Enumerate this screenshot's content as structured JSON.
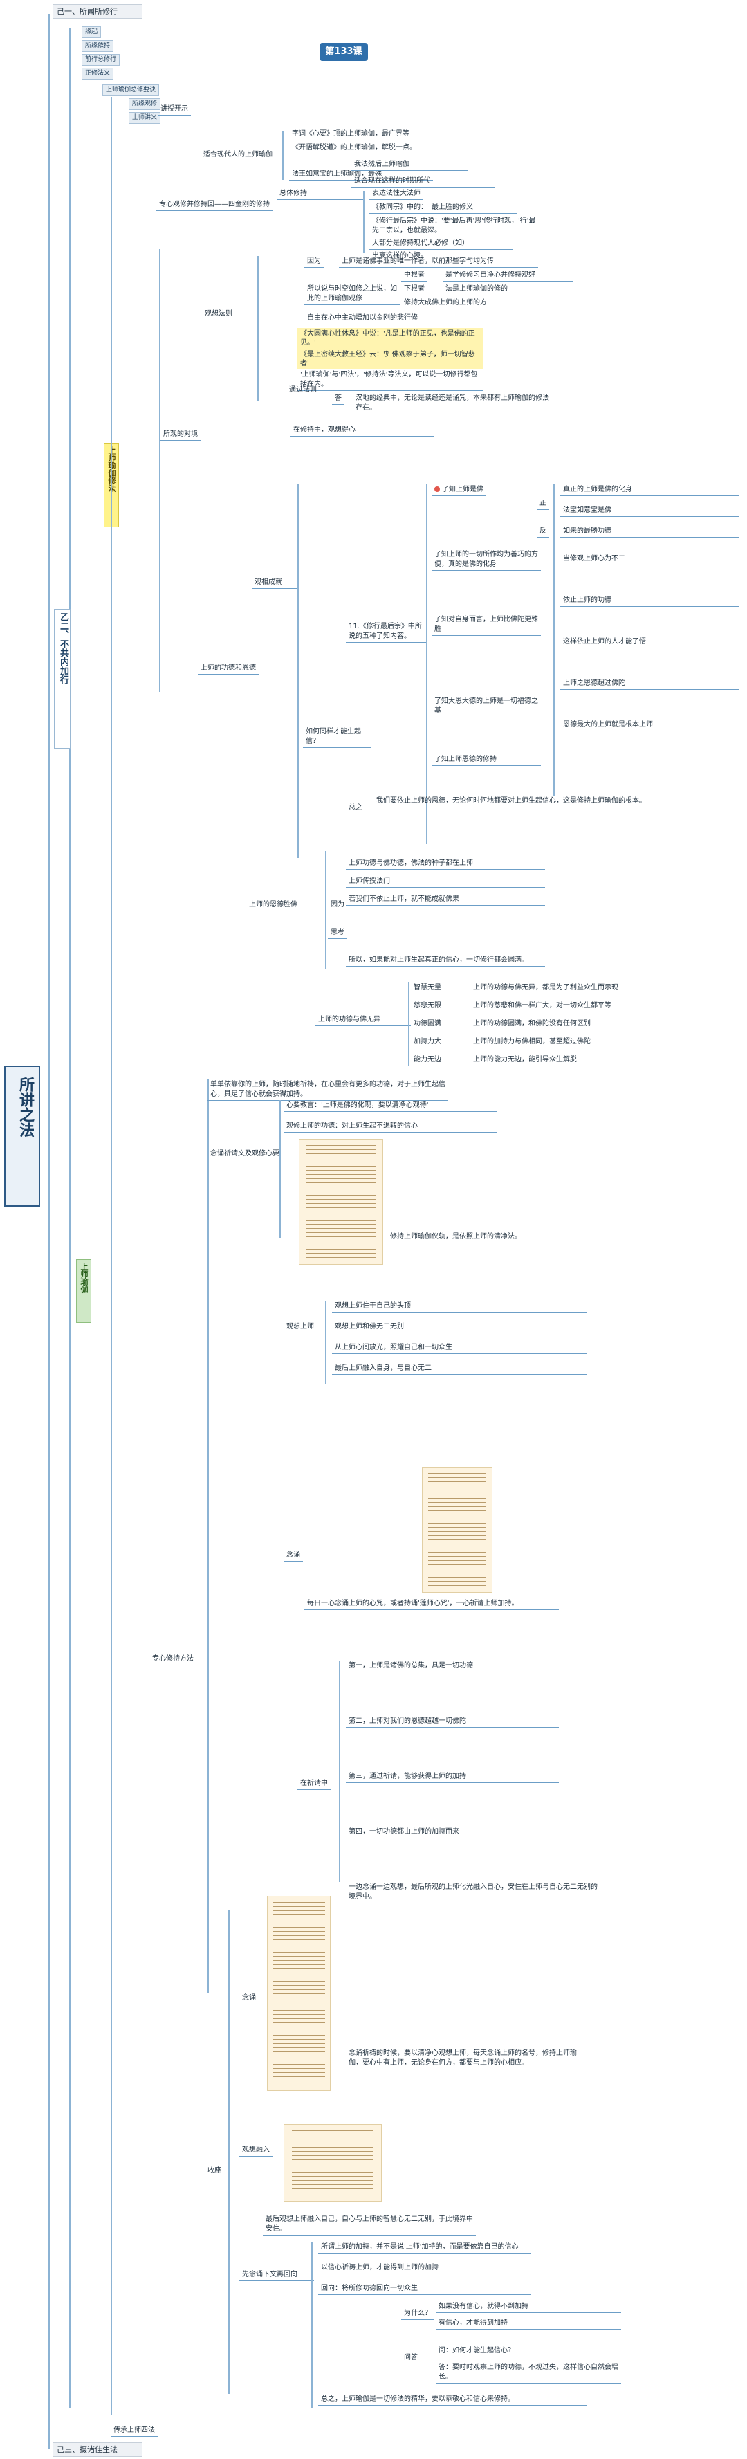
{
  "header_crumbs": [
    "己一、所闻所修行",
    "己三、摄诸佳生法"
  ],
  "title_badge": "第133课",
  "root": {
    "label": "所讲之法",
    "sub": "乙二、不共内加行",
    "part": "上师瑜伽",
    "part2": "上师瑜伽修法"
  },
  "top_items": [
    "缘起",
    "所缘依持",
    "前行总修行",
    "正修法义",
    "上师瑜伽总修要诀",
    "所缘观修",
    "上师讲义"
  ],
  "section_a": {
    "heading": "乙二、不共内加行",
    "col1": "讲授开示",
    "col2": "适合现代人的上师瑜伽",
    "leaves": [
      "字词《心要》顶的上师瑜伽，最广界等",
      "《开悟解脱道》的上师瑜伽，解脱一点。",
      "法王如意宝的上师瑜伽，最殊",
      "我法然后上师瑜伽",
      "适合现在这样的时期所代"
    ]
  },
  "section_b": {
    "heading": "专心观修并修持回——四金刚的修持",
    "sub1": "总体修持",
    "leaves": [
      "表达法性大法师",
      "《教同宗》中的：",
      "最上胜的修义",
      "《修行最后宗》中说：'要'最后再'思'修行时观，'行'最先二宗以，也就最深。",
      "大部分是修持现代人必修（如）",
      "出离这样的心境。"
    ]
  },
  "mid_nodes": {
    "reasons": "观想法则",
    "because": "因为",
    "because_text": "上师是诸佛事业的唯一作者，以前那些字句均为传",
    "lines": [
      "所以说与时空如修之上说，如此的上师瑜伽观修",
      "中根者",
      "下根者",
      "是学修修习自净心并修持观好",
      "法是上师瑜伽的修的",
      "修持大成佛上师的上师的方",
      "自由在心中",
      "主动增加以金刚的悲行修"
    ],
    "quote1": "《大圆满心性休息》中说：'凡是上师的正见，也是佛的正见。'",
    "quote2": "《最上密续大教王经》云：'如佛观察于弟子，师一切智悲者'",
    "note": "'上师瑜伽'与'四法'，'修持法'等法义，可以说一切修行都包括在内。",
    "tip": "通过法则",
    "ans": "答",
    "ans_text": "汉地的经典中，无论是读经还是诵咒，本来都有上师瑜伽的修法存在。"
  },
  "practice": {
    "title": "在修持中，观想得心",
    "main": "上师的功德和恩德",
    "left": "所观的对境",
    "mid": "观相成就",
    "how": "如何同样才能生起信？",
    "gong": "11.《修行最后宗》中所说的五种了知内容。",
    "items": [
      "了知上师是佛",
      "了知上师的一切所作均为善巧的方便，真的是佛的化身",
      "了知对自身而言，上师比佛陀更殊胜",
      "了知大恩大德的上师是一切福德之基",
      "了知上师恩德的修持"
    ],
    "leaf_texts": [
      "真正的上师是佛的化身",
      "法宝如意宝是佛",
      "如来的最勝功德",
      "当修观上师心为不二",
      "依止上师的功德",
      "这样依止上师的人才能了悟",
      "上师之恩德超过佛陀",
      "恩德最大的上师就是根本上师"
    ],
    "summary": "我们要依止上师的恩德，无论何时何地都要对上师生起信心，这是修持上师瑜伽的根本。",
    "zheng": "正",
    "fan": "反",
    "shu": "总之"
  },
  "faith": {
    "title": "上师的恩德胜佛",
    "q": "因为",
    "points": [
      "上师功德与佛功德，佛法的种子都在上师",
      "上师传授法门",
      "若我们不依止上师，就不能成就佛果"
    ],
    "think": "思考",
    "concl": "所以，如果能对上师生起真正的信心，一切修行都会圆满。",
    "chart_head": "上师的功德与佛无异",
    "rows": [
      [
        "智慧无量",
        "上师的功德与佛无异，都是为了利益众生而示现"
      ],
      [
        "慈悲无限",
        "上师的慈悲和佛一样广大，对一切众生都平等"
      ],
      [
        "功德圆满",
        "上师的功德圆满，和佛陀没有任何区别"
      ],
      [
        "加持力大",
        "上师的加持力与佛相同，甚至超过佛陀"
      ],
      [
        "能力无边",
        "上师的能力无边，能引导众生解脱"
      ]
    ]
  },
  "method": {
    "title": "专心修持方法",
    "intro": "单单依靠你的上师，随时随地祈祷，在心里会有更多的功德，对于上师生起信心，具足了信心就会获得加持。",
    "branch1": "念诵祈请文及观修心要",
    "branch1_items": [
      "心要教言：'上师是佛的化现，要以清净心观待'",
      "观修上师的功德：对上师生起不退转的信心"
    ],
    "read": "修持上师瑜伽仪轨，是依照上师的清净法。",
    "visualize": "观想上师",
    "vis_items": [
      "观想上师住于自己的头顶",
      "观想上师和佛无二无别",
      "从上师心间放光，照耀自己和一切众生",
      "最后上师融入自身，与自心无二"
    ],
    "recite": "念诵",
    "recite_text": "每日一心念诵上师的心咒，或者持诵'莲师心咒'，一心祈请上师加持。",
    "pray": "在祈请中",
    "pray_items": [
      "第一，上师是诸佛的总集，具足一切功德",
      "第二，上师对我们的恩德超越一切佛陀",
      "第三，通过祈请，能够获得上师的加持",
      "第四，一切功德都由上师的加持而来"
    ],
    "closing": "一边念诵一边观想，最后所观的上师化光融入自心，安住在上师与自心无二无别的境界中。"
  },
  "final": {
    "title": "收座",
    "recite": "念诵",
    "recite_body": "念诵祈祷的时候，要以清净心观想上师，每天念诵上师的名号，修持上师瑜伽，要心中有上师，无论身在何方，都要与上师的心相应。",
    "merge": "观想融入",
    "merge_body": "最后观想上师融入自己，自心与上师的智慧心无二无别，于此境界中安住。",
    "dedicate": "先念诵下文再回向",
    "ded_items": [
      "所谓上师的加持，并不是说'上师'加持的，而是要依靠自己的信心",
      "以信心祈祷上师，才能得到上师的加持",
      "回向：将所修功德回向一切众生"
    ],
    "q1": "为什么？",
    "q1_items": [
      "如果没有信心，就得不到加持",
      "有信心，才能得到加持"
    ],
    "qa": "问答",
    "qa_q": "问：如何才能生起信心？",
    "qa_a": "答：要时时观察上师的功德，不观过失，这样信心自然会增长。",
    "last": "总之，上师瑜伽是一切修法的精华，要以恭敬心和信心来修持。"
  },
  "footer_labels": [
    "传承上师四法",
    "己三、摄诸佳生法"
  ]
}
